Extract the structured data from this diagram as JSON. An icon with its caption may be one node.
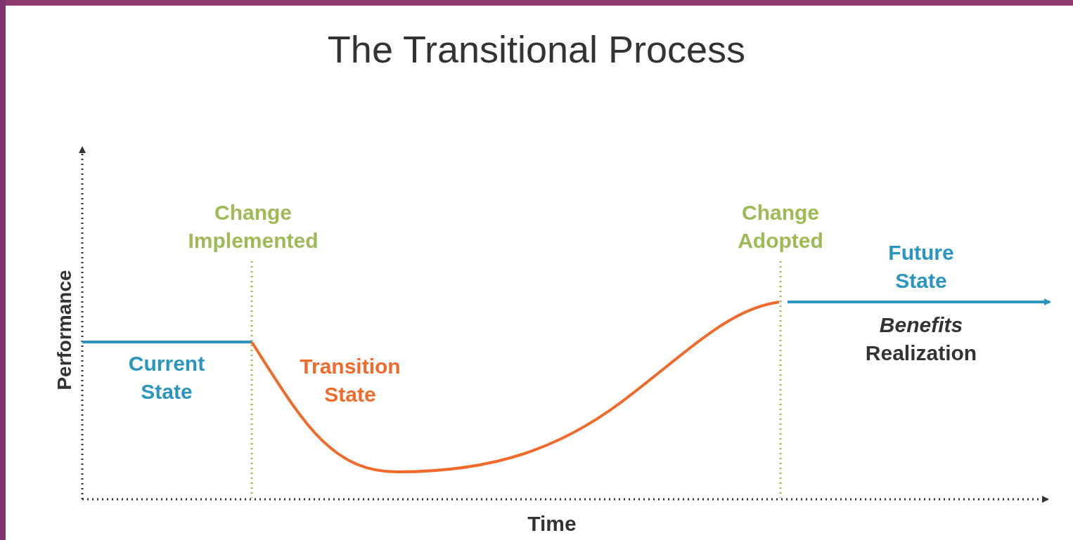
{
  "diagram": {
    "title": "The Transitional Process",
    "labels": [
      "Change Implemented",
      "Change Adopted",
      "Future State",
      "*Benefits* Realization",
      "Current State",
      "Transition State",
      "Performance",
      "Time"
    ]
  }
}
